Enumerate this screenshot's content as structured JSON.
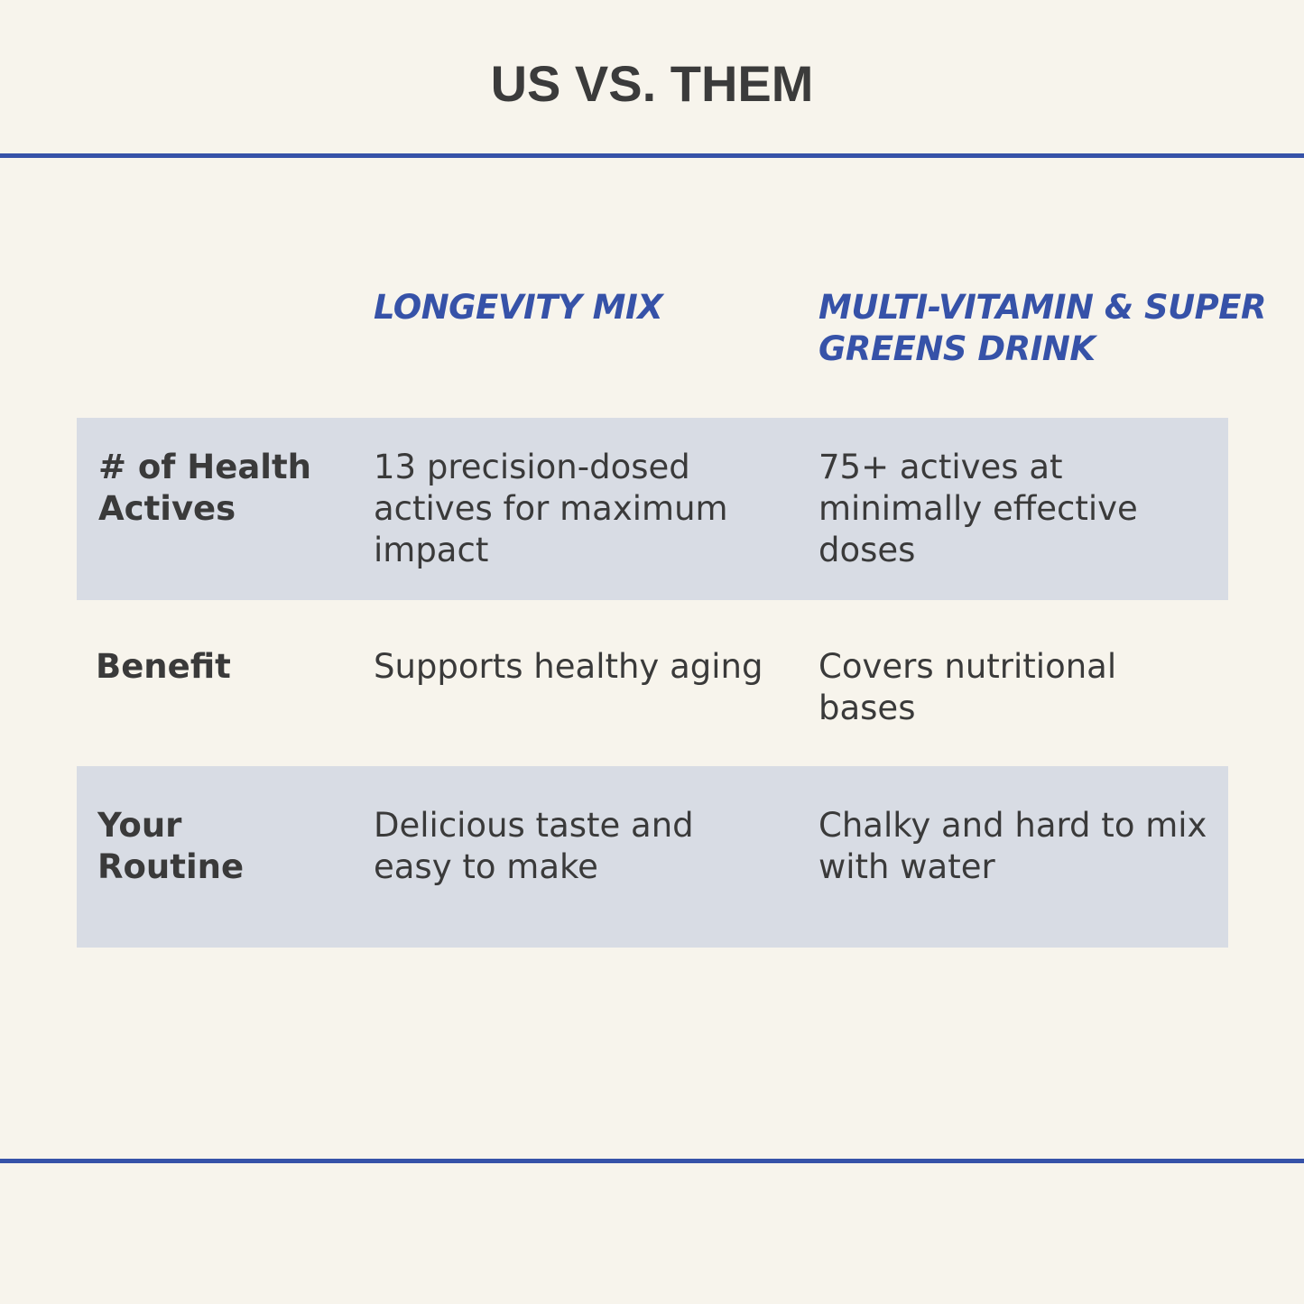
{
  "header": {
    "title": "US VS. THEM"
  },
  "columns": {
    "us": "LONGEVITY MIX",
    "them": "MULTI-VITAMIN & SUPER GREENS DRINK"
  },
  "rows": [
    {
      "label": "# of Health Actives",
      "us": "13 precision-dosed actives for maximum impact",
      "them": "75+ actives at minimally effective doses"
    },
    {
      "label": "Benefit",
      "us": "Supports healthy aging",
      "them": "Covers nutritional bases"
    },
    {
      "label": "Your Routine",
      "us": "Delicious taste and easy to make",
      "them": "Chalky and hard to mix with water"
    }
  ],
  "colors": {
    "background": "#f7f4ec",
    "accent": "#3652a8",
    "row_shade": "#d8dce4",
    "text": "#3a3a3a"
  }
}
